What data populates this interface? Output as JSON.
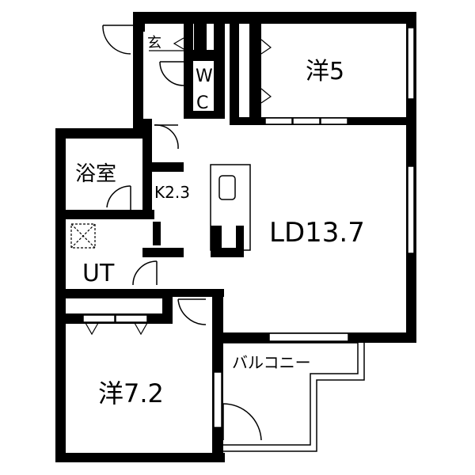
{
  "rooms": {
    "entrance": "玄",
    "wc_top": "W",
    "wc_bottom": "C",
    "western_5": "洋5",
    "bath": "浴室",
    "kitchen": "K2.3",
    "ld": "LD13.7",
    "utility": "UT",
    "western_72": "洋7.2",
    "balcony": "バルコニー"
  },
  "colors": {
    "wall": "#000000",
    "background": "#ffffff",
    "line": "#000000"
  }
}
